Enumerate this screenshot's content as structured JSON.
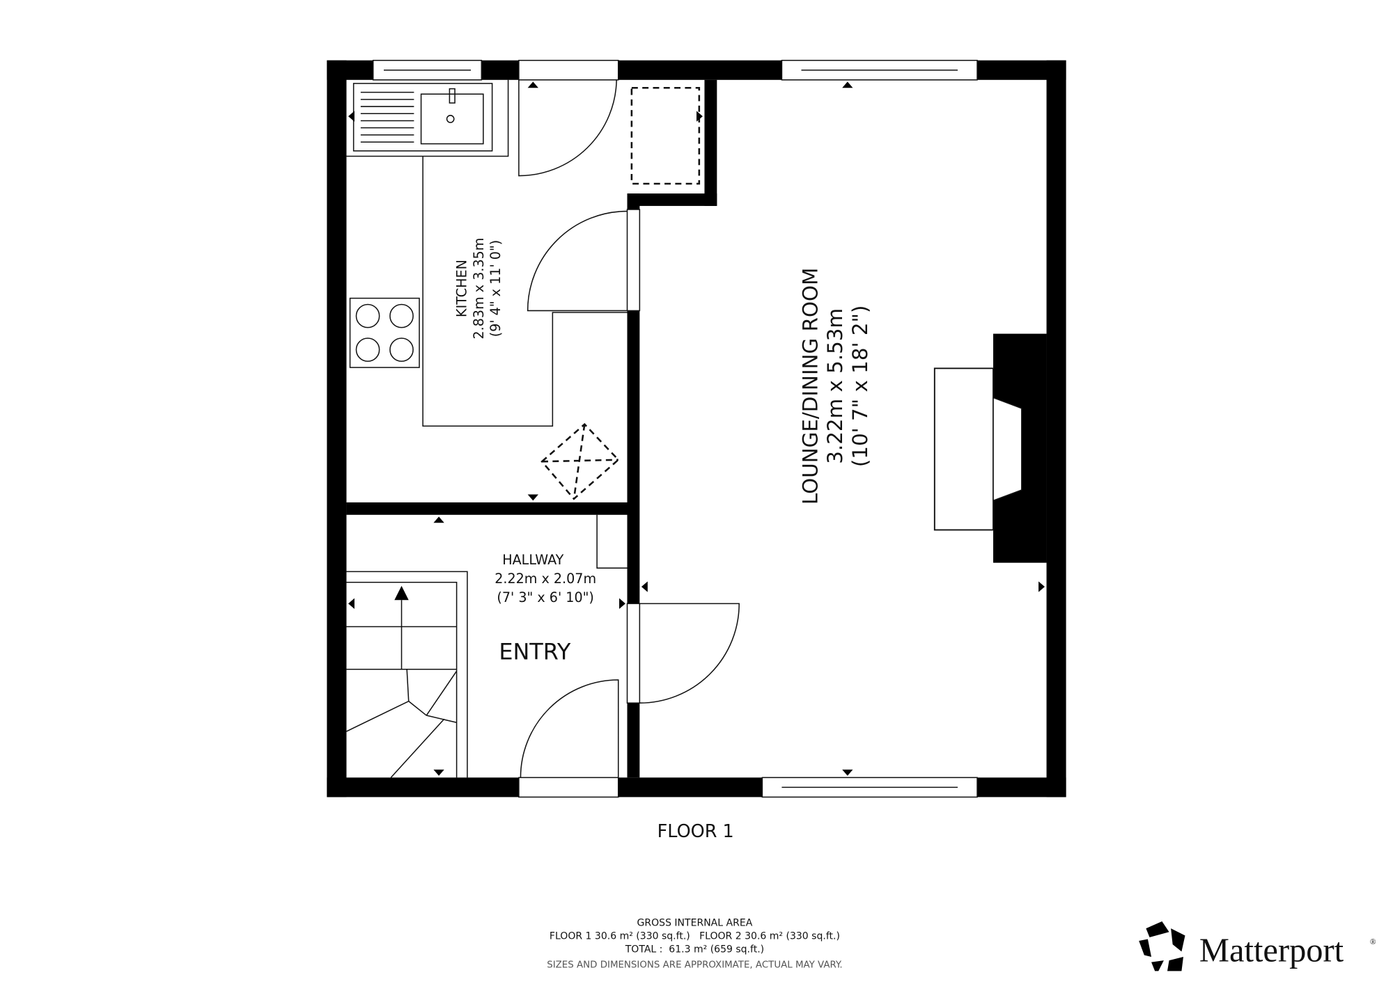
{
  "rooms": {
    "kitchen": {
      "name": "KITCHEN",
      "metric": "2.83m x 3.35m",
      "imperial": "(9' 4\" x 11' 0\")"
    },
    "lounge": {
      "name": "LOUNGE/DINING ROOM",
      "metric": "3.22m x 5.53m",
      "imperial": "(10' 7\" x 18' 2\")"
    },
    "hallway": {
      "name": "HALLWAY",
      "metric": "2.22m x 2.07m",
      "imperial": "(7' 3\" x 6' 10\")"
    },
    "entry": {
      "name": "ENTRY"
    }
  },
  "floor_label": "FLOOR 1",
  "footer": {
    "title": "GROSS INTERNAL AREA",
    "floors": "FLOOR 1 30.6 m² (330 sq.ft.)   FLOOR 2 30.6 m² (330 sq.ft.)",
    "total": "TOTAL :  61.3 m² (659 sq.ft.)",
    "disclaimer": "SIZES AND DIMENSIONS ARE APPROXIMATE, ACTUAL MAY VARY."
  },
  "logo": {
    "text": "Matterport",
    "mark": "®"
  }
}
